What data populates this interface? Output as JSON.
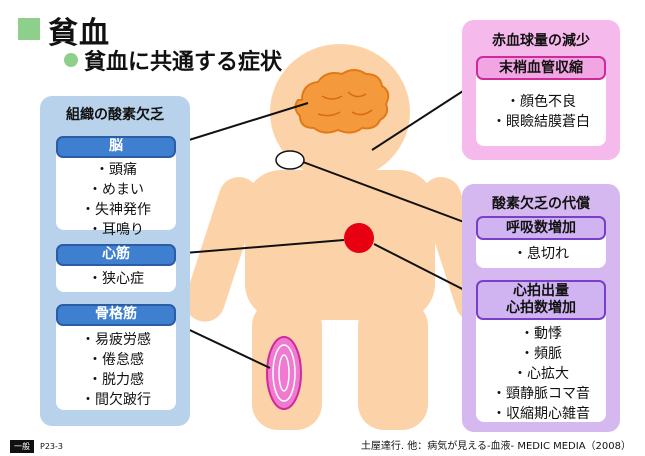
{
  "title": "貧血",
  "subtitle": "貧血に共通する症状",
  "left_panel": {
    "heading": "組織の酸素欠乏",
    "groups": [
      {
        "label": "脳",
        "items": [
          "・頭痛",
          "・めまい",
          "・失神発作",
          "・耳鳴り"
        ]
      },
      {
        "label": "心筋",
        "items": [
          "・狭心症"
        ]
      },
      {
        "label": "骨格筋",
        "items": [
          "・易疲労感",
          "・倦怠感",
          "・脱力感",
          "・間欠跛行"
        ]
      }
    ]
  },
  "right_top_panel": {
    "heading": "赤血球量の減少",
    "groups": [
      {
        "label": "末梢血管収縮",
        "items": [
          "・顔色不良",
          "・眼瞼結膜蒼白"
        ]
      }
    ]
  },
  "right_bottom_panel": {
    "heading": "酸素欠乏の代償",
    "groups": [
      {
        "label": "呼吸数増加",
        "items": [
          "・息切れ"
        ]
      },
      {
        "label_lines": [
          "心拍出量",
          "心拍数増加"
        ],
        "items": [
          "・動悸",
          "・頻脈",
          "・心拡大",
          "・頸静脈コマ音",
          "・収縮期心雑音"
        ]
      }
    ]
  },
  "footer": {
    "tag": "一般",
    "code": "P23-3",
    "credit": "土屋達行. 他：病気が見える-血液- MEDIC MEDIA（2008）"
  },
  "colors": {
    "body": "#fcd3a8",
    "brain": "#f59a3c",
    "heart": "#e60012",
    "muscle": "#f07ad0",
    "left_panel": "#b7d2ea",
    "right_top_panel": "#f6b9ec",
    "right_bottom_panel": "#d6b8f0"
  }
}
